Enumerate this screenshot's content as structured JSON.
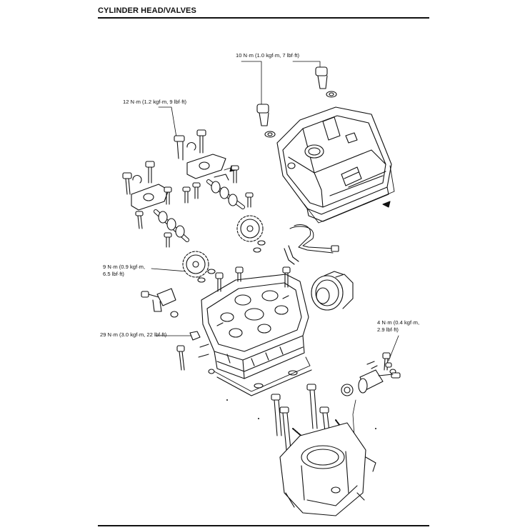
{
  "header": {
    "section_title": "CYLINDER HEAD/VALVES"
  },
  "callouts": {
    "cover_bolt_torque": "10 N·m (1.0 kgf·m, 7 lbf·ft)",
    "cam_holder_torque": "12 N·m (1.2 kgf·m, 9 lbf·ft)",
    "sprocket_bolt_torque_line1": "9 N·m (0.9 kgf·m,",
    "sprocket_bolt_torque_line2": "6.5 lbf·ft)",
    "head_nut_torque": "29 N·m (3.0 kgf·m, 22 lbf·ft)",
    "tensioner_bolt_torque_line1": "4 N·m (0.4 kgf·m,",
    "tensioner_bolt_torque_line2": "2.9 lbf·ft)"
  }
}
